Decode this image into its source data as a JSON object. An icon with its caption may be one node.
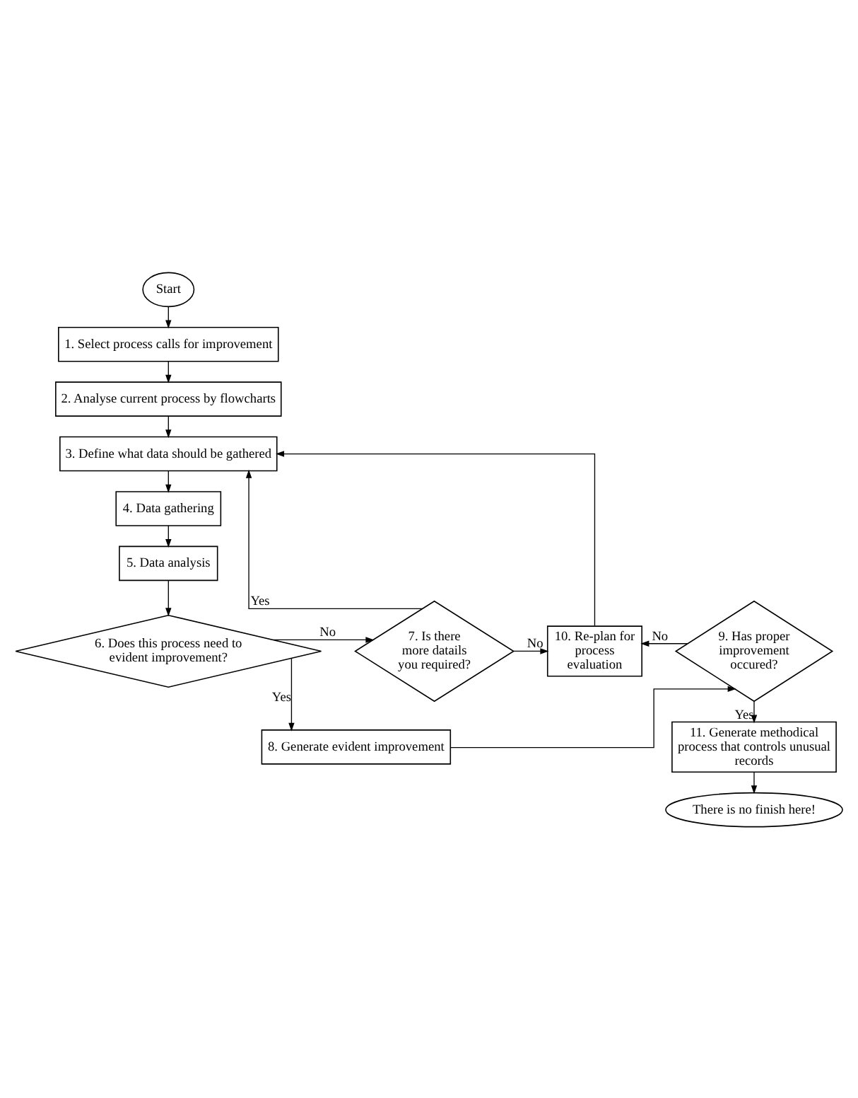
{
  "diagram": {
    "nodes": [
      {
        "text": [
          "Start"
        ]
      },
      {
        "text": [
          "1. Select process calls for improvement"
        ]
      },
      {
        "text": [
          "2. Analyse current process by flowcharts"
        ]
      },
      {
        "text": [
          "3. Define what data should be gathered"
        ]
      },
      {
        "text": [
          "4. Data gathering"
        ]
      },
      {
        "text": [
          "5. Data analysis"
        ]
      },
      {
        "text": [
          "6. Does this process need to evident improvement?"
        ]
      },
      {
        "text": [
          "7. Is there more datails you required?"
        ]
      },
      {
        "text": [
          "8. Generate evident improvement"
        ]
      },
      {
        "text": [
          "9. Has proper improvement occured?"
        ]
      },
      {
        "text": [
          "10. Re-plan for process evaluation"
        ]
      },
      {
        "text": [
          "11. Generate methodical process that controls unusual records"
        ]
      },
      {
        "text": [
          "There is no finish here!"
        ]
      }
    ],
    "edges": [
      {
        "from": 0,
        "to": 1,
        "arrow": "to"
      },
      {
        "from": 1,
        "to": 2,
        "arrow": "to"
      },
      {
        "from": 2,
        "to": 3,
        "arrow": "to"
      },
      {
        "from": 3,
        "to": 4,
        "arrow": "to"
      },
      {
        "from": 4,
        "to": 5,
        "arrow": "to"
      },
      {
        "from": 5,
        "to": 6,
        "arrow": "to"
      },
      {
        "from": 6,
        "to": 7,
        "arrow": "to",
        "label": "No"
      },
      {
        "from": 7,
        "to": 3,
        "arrow": "to",
        "label": "Yes"
      },
      {
        "from": 6,
        "to": 8,
        "arrow": "to",
        "label": "Yes"
      },
      {
        "from": 8,
        "to": 9,
        "arrow": "to"
      },
      {
        "from": 9,
        "to": 10,
        "arrow": "to",
        "label": "No"
      },
      {
        "from": 7,
        "to": 10,
        "arrow": "to",
        "label": "No"
      },
      {
        "from": 10,
        "to": 3,
        "arrow": "to"
      },
      {
        "from": 9,
        "to": 11,
        "arrow": "to",
        "label": "Yes"
      },
      {
        "from": 11,
        "to": 12,
        "arrow": "to"
      }
    ]
  }
}
